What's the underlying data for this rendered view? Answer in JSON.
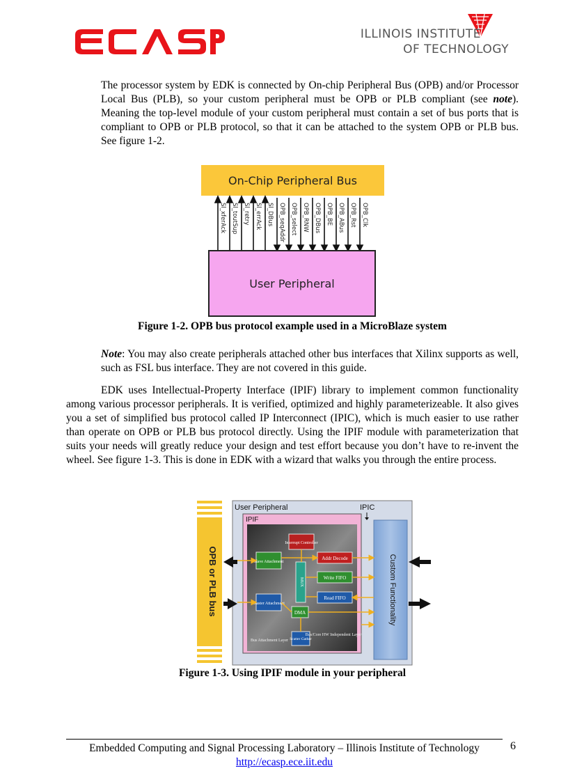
{
  "header": {
    "logo_text": "ECASP",
    "institute_line1": "ILLINOIS INSTITUTE",
    "institute_line2": "OF TECHNOLOGY"
  },
  "paragraphs": {
    "p1_a": "The processor system by EDK is connected by On-chip Peripheral Bus (OPB) and/or Processor Local Bus (PLB), so your custom peripheral must be OPB or PLB compliant (see ",
    "p1_note": "note",
    "p1_b": ").  Meaning the top-level module of your custom peripheral must contain a set of bus ports that is compliant to OPB or PLB protocol, so that it can be attached to the system OPB or PLB bus.  See figure 1-2.",
    "p2_note": "Note",
    "p2_text": ": You may also create peripherals attached other bus interfaces that Xilinx supports as well, such as FSL bus interface.  They are not covered in this guide.",
    "p3_text": "EDK uses Intellectual-Property Interface (IPIF) library to implement common functionality among various processor peripherals.  It is verified, optimized and highly parameterizeable.  It also gives you a set of simplified bus protocol called IP Interconnect (IPIC), which is much easier to use rather than operate on OPB or PLB bus protocol directly.  Using the IPIF module with parameterization that suits your needs will greatly reduce your design and test effort because you don’t have to re-invent the wheel.  See figure 1-3.  This is done in EDK with a wizard that walks you through the entire process."
  },
  "figure1": {
    "bus_label": "On-Chip Peripheral Bus",
    "box_label": "User Peripheral",
    "signals": [
      "Sl_xferAck",
      "Sl_toutSup",
      "Sl_retry",
      "Sl_errAck",
      "Sl_DBus",
      "OPB_seqAddr",
      "OPB_select",
      "OPB_RNW",
      "OPB_DBus",
      "OPB_BE",
      "OPB_ABus",
      "OPB_Rst",
      "OPB_Clk"
    ],
    "caption": "Figure 1-2.  OPB bus protocol example used in a MicroBlaze system"
  },
  "figure2": {
    "bus_label": "OPB or PLB bus",
    "user_label": "User Peripheral",
    "ipic_label": "IPIC",
    "ipif_label": "IPIF",
    "custom_label": "Custom Functionality",
    "blocks": {
      "interrupt": "Interrupt Controller",
      "slave": "Slave Attachment",
      "addr": "Addr Decode",
      "mux": "MUX",
      "write_fifo": "Write FIFO",
      "read_fifo": "Read FIFO",
      "master": "Master Attachment",
      "dma": "DMA",
      "scatter": "Scatter Gather",
      "bus_layer": "Bus Attachment Layer",
      "indep_layer": "Bus/Core HW Independent Layer"
    },
    "caption": "Figure 1-3.  Using IPIF module in your peripheral"
  },
  "footer": {
    "text": "Embedded Computing and Signal Processing Laboratory – Illinois Institute of Technology",
    "link": "http://ecasp.ece.iit.edu",
    "page_number": "6"
  }
}
